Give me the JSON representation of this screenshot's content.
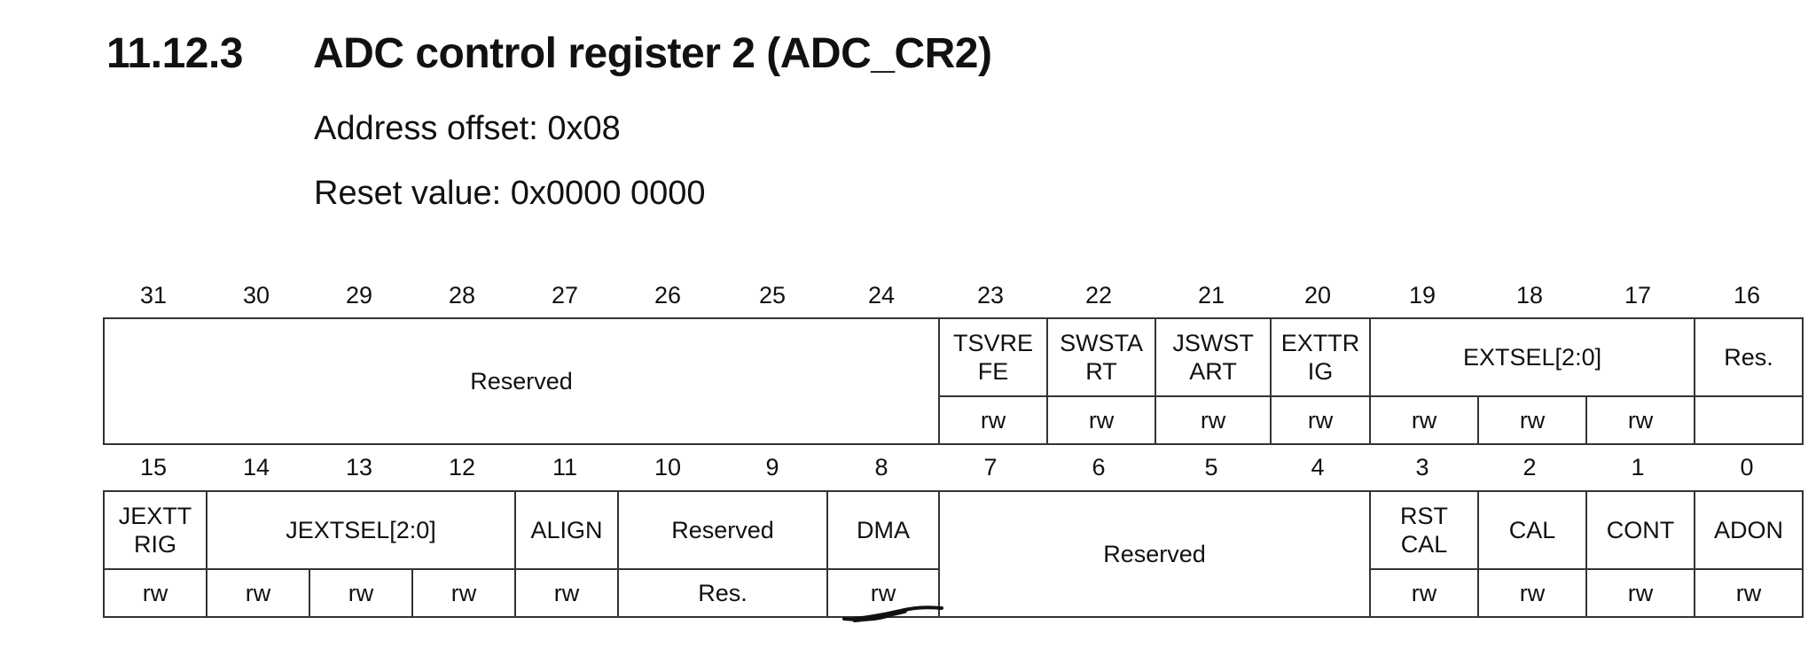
{
  "section": {
    "number": "11.12.3",
    "title": "ADC control register 2 (ADC_CR2)"
  },
  "address_offset": "Address offset: 0x08",
  "reset_value": "Reset value: 0x0000 0000",
  "upper": {
    "bit_numbers": [
      "31",
      "30",
      "29",
      "28",
      "27",
      "26",
      "25",
      "24",
      "23",
      "22",
      "21",
      "20",
      "19",
      "18",
      "17",
      "16"
    ],
    "fields": [
      {
        "name": "Reserved",
        "bits": 8
      },
      {
        "name": "TSVRE\nFE",
        "bits": 1,
        "access": [
          "rw"
        ]
      },
      {
        "name": "SWSTA\nRT",
        "bits": 1,
        "access": [
          "rw"
        ]
      },
      {
        "name": "JSWST\nART",
        "bits": 1,
        "access": [
          "rw"
        ]
      },
      {
        "name": "EXTTR\nIG",
        "bits": 1,
        "access": [
          "rw"
        ]
      },
      {
        "name": "EXTSEL[2:0]",
        "bits": 3,
        "access": [
          "rw",
          "rw",
          "rw"
        ]
      },
      {
        "name": "Res.",
        "bits": 1,
        "access": [
          ""
        ]
      }
    ]
  },
  "lower": {
    "bit_numbers": [
      "15",
      "14",
      "13",
      "12",
      "11",
      "10",
      "9",
      "8",
      "7",
      "6",
      "5",
      "4",
      "3",
      "2",
      "1",
      "0"
    ],
    "fields": [
      {
        "name": "JEXTT\nRIG",
        "bits": 1,
        "access": [
          "rw"
        ]
      },
      {
        "name": "JEXTSEL[2:0]",
        "bits": 3,
        "access": [
          "rw",
          "rw",
          "rw"
        ]
      },
      {
        "name": "ALIGN",
        "bits": 1,
        "access": [
          "rw"
        ]
      },
      {
        "name": "Reserved",
        "bits": 2,
        "access": [
          "Res."
        ]
      },
      {
        "name": "DMA",
        "bits": 1,
        "access": [
          "rw"
        ]
      },
      {
        "name": "Reserved",
        "bits": 4
      },
      {
        "name": "RST\nCAL",
        "bits": 1,
        "access": [
          "rw"
        ]
      },
      {
        "name": "CAL",
        "bits": 1,
        "access": [
          "rw"
        ]
      },
      {
        "name": "CONT",
        "bits": 1,
        "access": [
          "rw"
        ]
      },
      {
        "name": "ADON",
        "bits": 1,
        "access": [
          "rw"
        ]
      }
    ]
  }
}
